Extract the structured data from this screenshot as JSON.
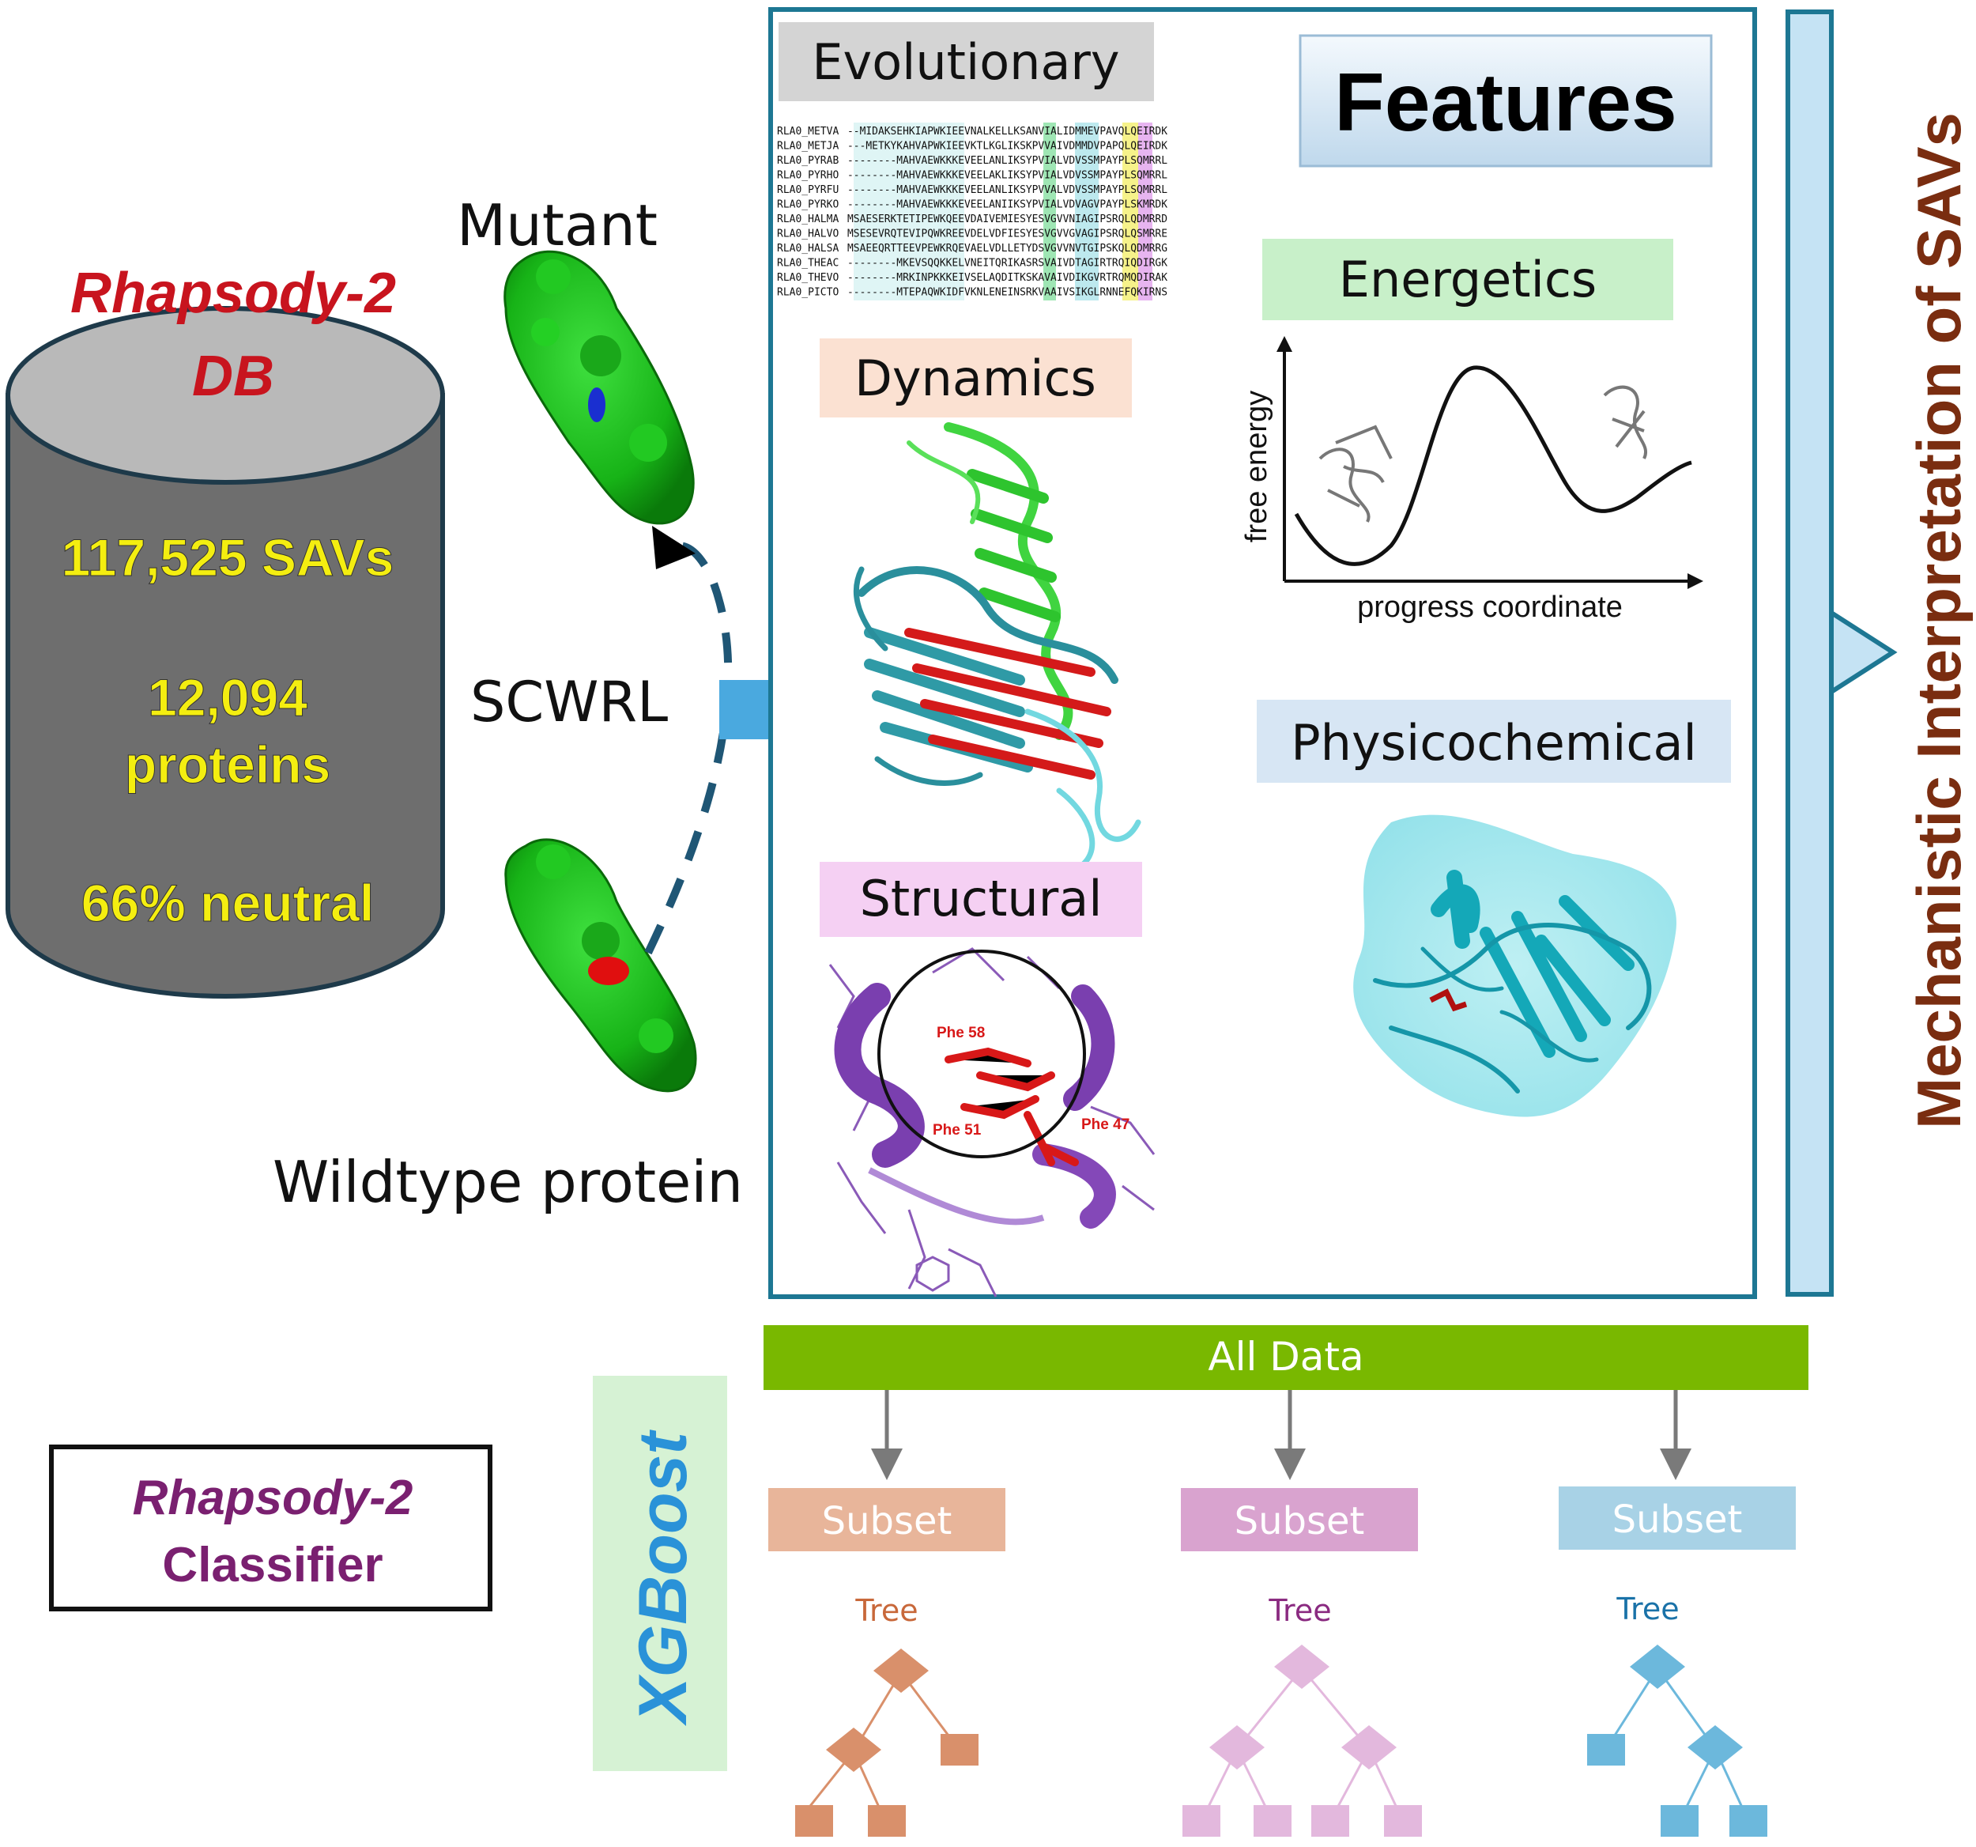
{
  "database": {
    "title_line1": "Rhapsody-2",
    "title_line2": "DB",
    "stat_savs": "117,525 SAVs",
    "stat_proteins_line1": "12,094",
    "stat_proteins_line2": "proteins",
    "stat_neutral": "66% neutral"
  },
  "protein_labels": {
    "mutant": "Mutant",
    "scwrl": "SCWRL",
    "wildtype": "Wildtype protein"
  },
  "features": {
    "title": "Features",
    "evolutionary": "Evolutionary",
    "dynamics": "Dynamics",
    "structural": "Structural",
    "energetics": "Energetics",
    "physicochemical": "Physicochemical",
    "energy_ylabel": "free energy",
    "energy_xlabel": "progress coordinate",
    "residue_labels": [
      "Phe 58",
      "Phe 51",
      "Phe 47"
    ],
    "alignment_names": [
      "RLA0_METVA",
      "RLA0_METJA",
      "RLA0_PYRAB",
      "RLA0_PYRHO",
      "RLA0_PYRFU",
      "RLA0_PYRKO",
      "RLA0_HALMA",
      "RLA0_HALVO",
      "RLA0_HALSA",
      "RLA0_THEAC",
      "RLA0_THEVO",
      "RLA0_PICTO"
    ],
    "alignment_seqs": [
      "--MIDAKSEHKIAPWKIEEVNALKELLKSANVIALIDMMEVPAVQLQEIRDK",
      "---METKYKAHVAPWKIEEVKTLKGLIKSKPVVAIVDMMDVPAPQLQEIRDK",
      "--------MAHVAEWKKKEVEELANLIKSYPVIALVDVSSMPAYPLSQMRRL",
      "--------MAHVAEWKKKEVEELAKLIKSYPVIALVDVSSMPAYPLSQMRRL",
      "--------MAHVAEWKKKEVEELANLIKSYPVVALVDVSSMPAYPLSQMRRL",
      "--------MAHVAEWKKKEVEELANIIKSYPVIALVDVAGVPAYPLSKMRDK",
      "MSAESERKTETIPEWKQEEVDAIVEMIESYESVGVVNIAGIPSRQLQDMRRD",
      "MSESEVRQTEVIPQWKREEVDELVDFIESYESVGVVGVAGIPSRQLQSMRRE",
      "MSAEEQRTTEEVPEWKRQEVAELVDLLETYDSVGVVNVTGIPSKQLQDMRRG",
      "--------MKEVSQQKKELVNEITQRIKASRSVAIVDTAGIRTRQIQDIRGK",
      "--------MRKINPKKKEIVSELAQDITKSKAVAIVDIKGVRTRQMQDIRAK",
      "--------MTEPAQWKIDFVKNLENEINSRKVAAIVSIKGLRNNEFQKIRNS"
    ]
  },
  "interpretation_label": "Mechanistic Interpretation of SAVs",
  "classifier": {
    "box_line1": "Rhapsody-2",
    "box_line2": "Classifier",
    "xgboost": "XGBoost",
    "all_data": "All Data",
    "subsets": [
      "Subset",
      "Subset",
      "Subset"
    ],
    "trees": [
      "Tree",
      "Tree",
      "Tree"
    ]
  },
  "colors": {
    "db_title": "#c8141e",
    "db_stats": "#f4ee10",
    "cylinder": "#6e6e6e",
    "cylinder_top": "#b9b9b9",
    "frame": "#1d7793",
    "flow_arrow": "#4aa9df",
    "interpretation_text": "#7a2d10",
    "interpretation_bar": "#c5e3f4",
    "classifier_text": "#7a2070",
    "xgboost_text": "#2a92d8",
    "xgboost_bg": "#d6f2d4",
    "all_data_bar": "#79b800",
    "subset1": "#e8b59a",
    "subset2": "#d9a3cf",
    "subset3": "#a8d2e6",
    "tree1": "#d9906b",
    "tree2": "#e3b8dd",
    "tree3": "#6cb8dc"
  },
  "icons": [
    "protein-surface-icon",
    "protein-ribbon-icon",
    "energy-landscape-icon",
    "decision-tree-icon"
  ]
}
